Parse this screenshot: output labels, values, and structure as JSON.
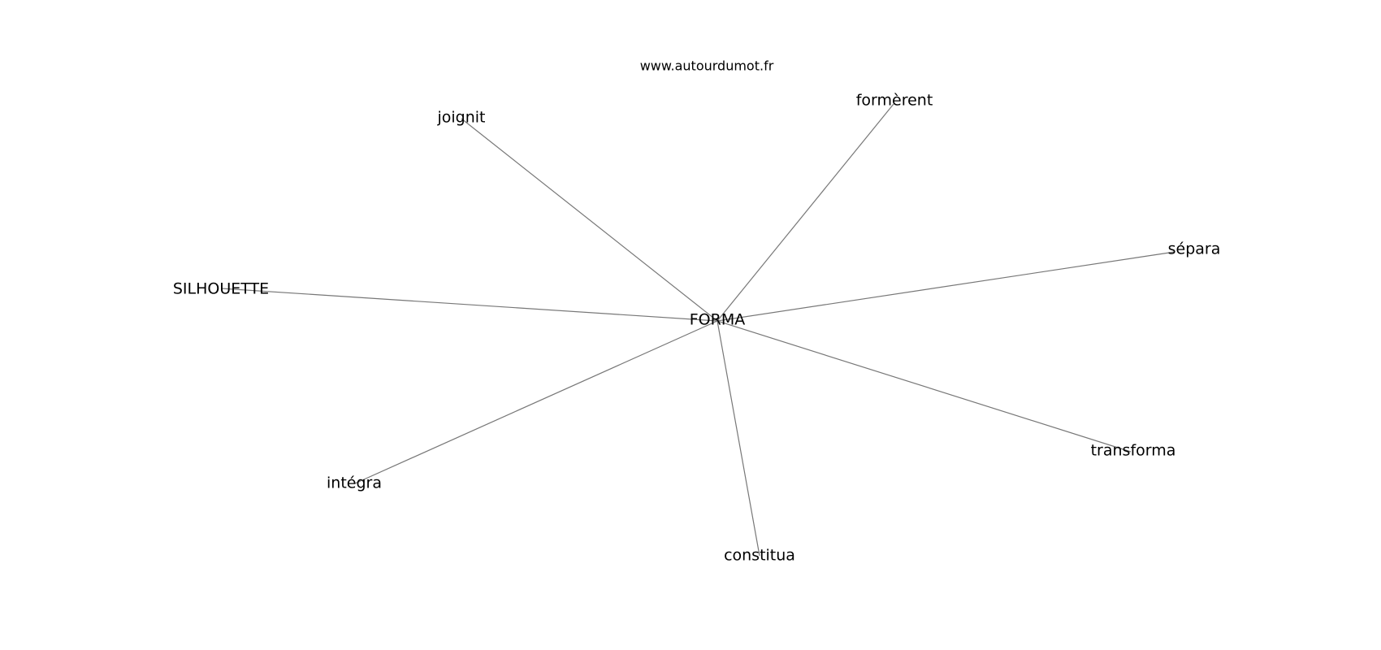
{
  "watermark": "www.autourdumot.fr",
  "center": {
    "id": "forma",
    "label": "FORMA"
  },
  "neighbors": [
    {
      "id": "formerent",
      "label": "formèrent"
    },
    {
      "id": "joignit",
      "label": "joignit"
    },
    {
      "id": "separa",
      "label": "sépara"
    },
    {
      "id": "silhouette",
      "label": "SILHOUETTE"
    },
    {
      "id": "transforma",
      "label": "transforma"
    },
    {
      "id": "integra",
      "label": "intégra"
    },
    {
      "id": "constitua",
      "label": "constitua"
    }
  ],
  "edge_color": "#777777"
}
